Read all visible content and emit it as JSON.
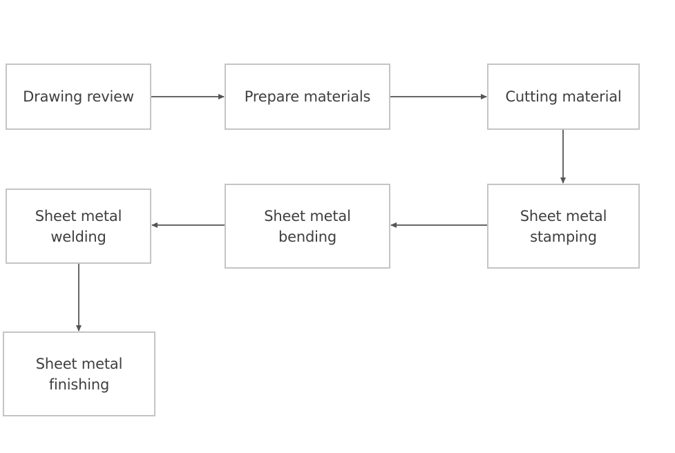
{
  "diagram": {
    "type": "flowchart",
    "nodes": [
      {
        "id": "n1",
        "label": "Drawing review"
      },
      {
        "id": "n2",
        "label": "Prepare materials"
      },
      {
        "id": "n3",
        "label": "Cutting material"
      },
      {
        "id": "n4",
        "label": "Sheet metal stamping"
      },
      {
        "id": "n5",
        "label": "Sheet metal bending"
      },
      {
        "id": "n6",
        "label": "Sheet metal welding"
      },
      {
        "id": "n7",
        "label": "Sheet metal finishing"
      }
    ],
    "edges": [
      {
        "from": "n1",
        "to": "n2",
        "direction": "right"
      },
      {
        "from": "n2",
        "to": "n3",
        "direction": "right"
      },
      {
        "from": "n3",
        "to": "n4",
        "direction": "down"
      },
      {
        "from": "n4",
        "to": "n5",
        "direction": "left"
      },
      {
        "from": "n5",
        "to": "n6",
        "direction": "left"
      },
      {
        "from": "n6",
        "to": "n7",
        "direction": "down"
      }
    ],
    "colors": {
      "border": "#c4c4c4",
      "text": "#3f3f3f",
      "arrow": "#555555",
      "background": "#ffffff"
    }
  }
}
